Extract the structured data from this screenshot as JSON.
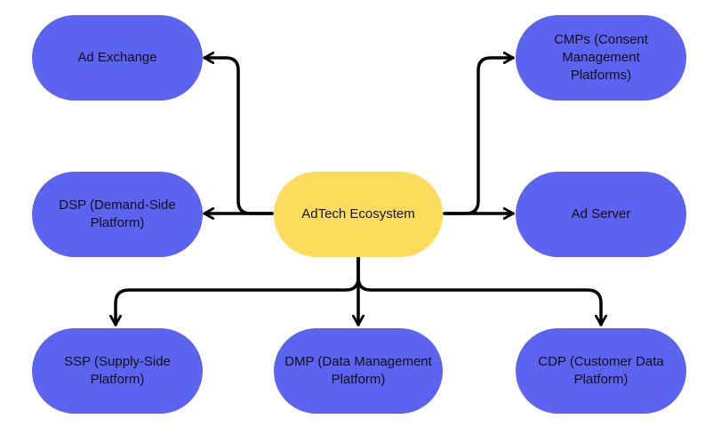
{
  "diagram": {
    "center": {
      "label": "AdTech Ecosystem",
      "color": "#FDDC5C"
    },
    "node_color": "#5B63F0",
    "nodes": {
      "ad_exchange": {
        "label": "Ad Exchange"
      },
      "cmps": {
        "label": "CMPs (Consent Management Platforms)"
      },
      "dsp": {
        "label": "DSP (Demand-Side Platform)"
      },
      "ad_server": {
        "label": "Ad Server"
      },
      "ssp": {
        "label": "SSP (Supply-Side Platform)"
      },
      "dmp": {
        "label": "DMP (Data Management Platform)"
      },
      "cdp": {
        "label": "CDP (Customer Data Platform)"
      }
    },
    "edges": [
      {
        "from": "center",
        "to": "ad_exchange"
      },
      {
        "from": "center",
        "to": "dsp"
      },
      {
        "from": "center",
        "to": "cmps"
      },
      {
        "from": "center",
        "to": "ad_server"
      },
      {
        "from": "center",
        "to": "ssp"
      },
      {
        "from": "center",
        "to": "dmp"
      },
      {
        "from": "center",
        "to": "cdp"
      }
    ]
  }
}
